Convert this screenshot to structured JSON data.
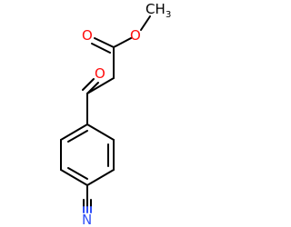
{
  "molecule": {
    "atom_labels": {
      "methyl_carbon": "CH",
      "methyl_subscript": "3",
      "ester_oxygen": "O",
      "carbonyl_oxygen_ester": "O",
      "ketone_oxygen": "O",
      "nitrile_nitrogen": "N"
    },
    "colors": {
      "bond": "#000000",
      "oxygen": "#ff0d0d",
      "nitrogen": "#3050f8",
      "carbon_label": "#000000"
    }
  }
}
